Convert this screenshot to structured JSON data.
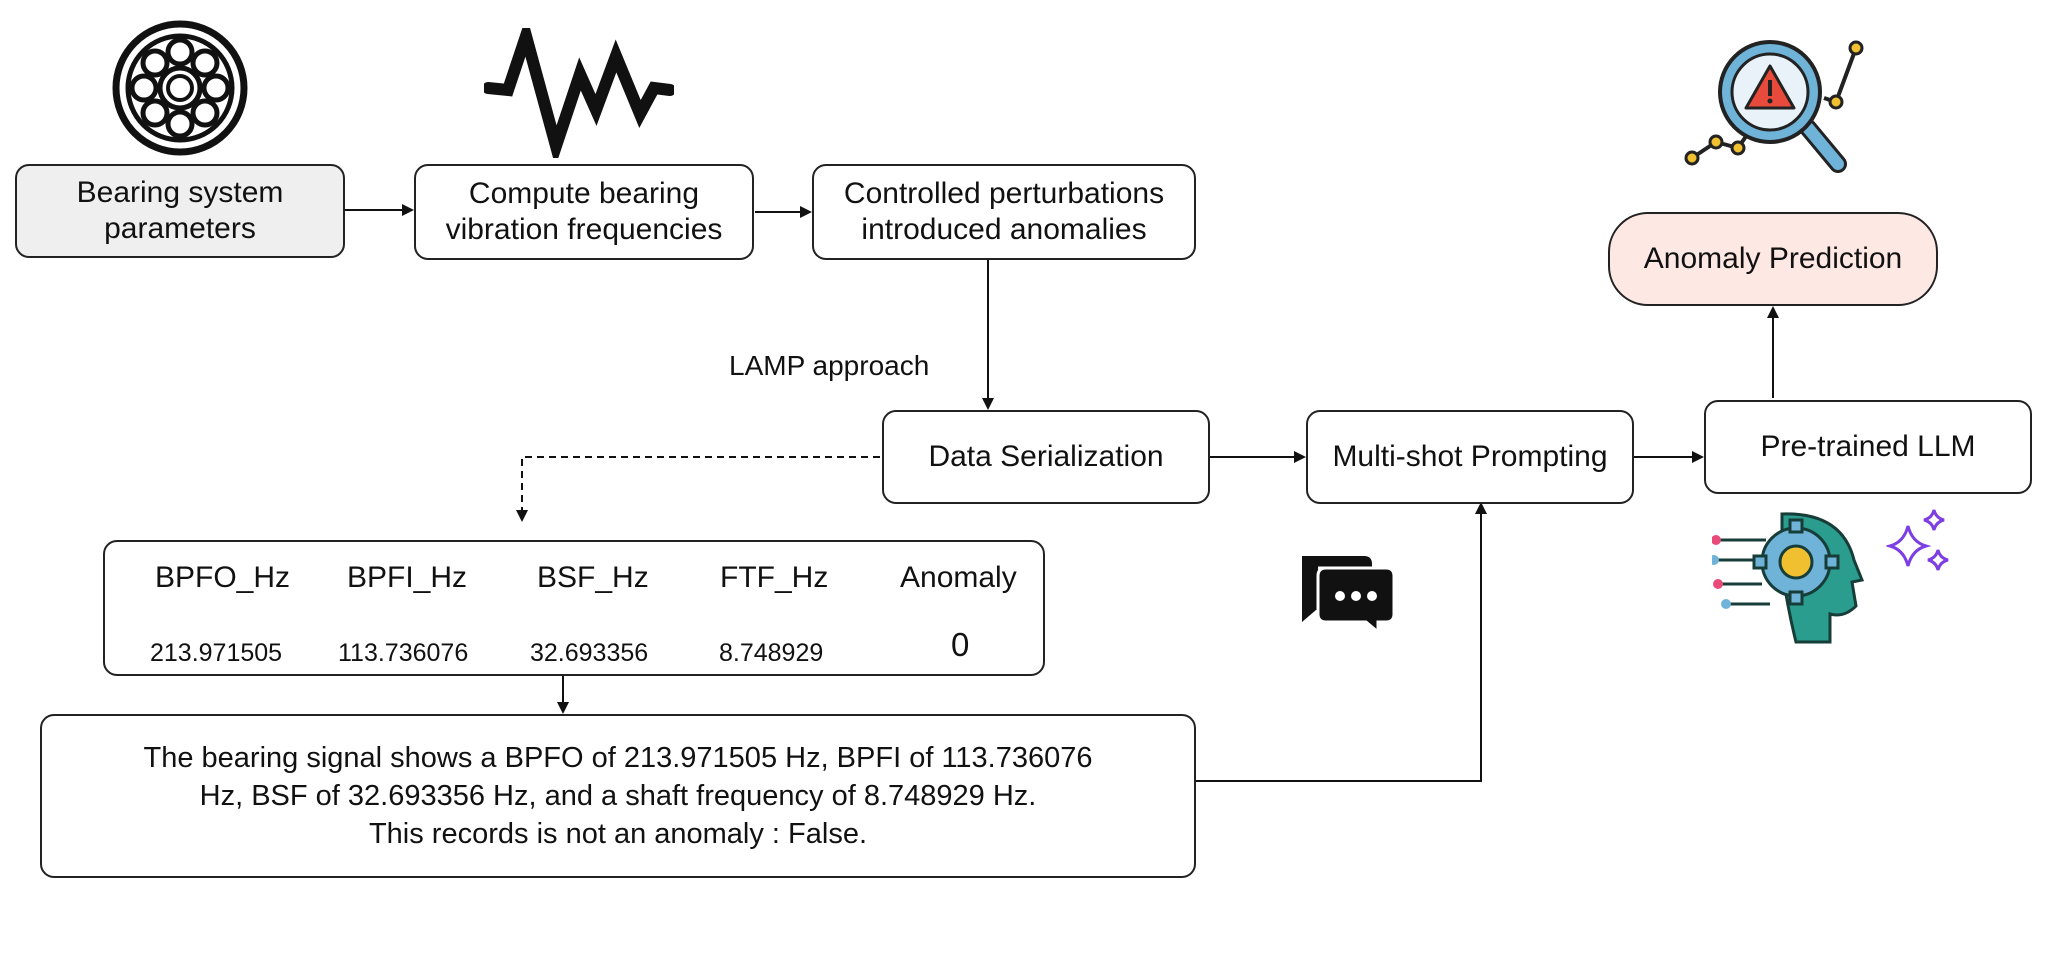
{
  "nodes": {
    "bearing_params": "Bearing system\nparameters",
    "compute_freq": "Compute bearing\nvibration frequencies",
    "perturbations": "Controlled perturbations\nintroduced anomalies",
    "data_serialization": "Data Serialization",
    "multishot": "Multi-shot Prompting",
    "llm": "Pre-trained LLM",
    "anomaly_prediction": "Anomaly Prediction"
  },
  "edge_labels": {
    "lamp": "LAMP approach"
  },
  "table": {
    "headers": [
      "BPFO_Hz",
      "BPFI_Hz",
      "BSF_Hz",
      "FTF_Hz",
      "Anomaly"
    ],
    "row": [
      "213.971505",
      "113.736076",
      "32.693356",
      "8.748929",
      "0"
    ]
  },
  "serialized_text": "The bearing signal shows a BPFO of 213.971505 Hz, BPFI of 113.736076\nHz,  BSF of 32.693356 Hz, and a shaft frequency of 8.748929 Hz.\nThis records is not an anomaly : False.",
  "colors": {
    "bearing_fill": "#efefef",
    "prediction_fill": "#fde8e4",
    "magnifier_blue": "#6fb3d8",
    "warning_red": "#e84a3c",
    "gold": "#f0c030",
    "teal": "#2a9d8f",
    "sparkle_purple": "#7b3fe4"
  },
  "icons": [
    "bearing-icon",
    "vibration-signal-icon",
    "anomaly-magnifier-icon",
    "chat-bubbles-icon",
    "ai-brain-gear-icon",
    "sparkle-icon"
  ]
}
